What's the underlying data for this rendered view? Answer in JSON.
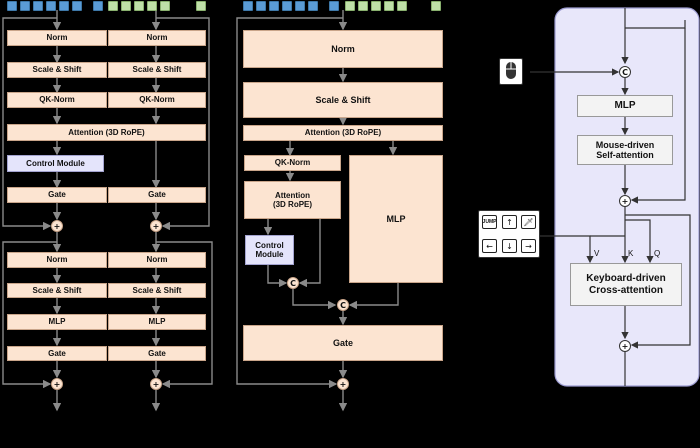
{
  "colors": {
    "block_fill": "#FCE4D1",
    "control_fill": "#E4E4FB",
    "panel_fill": "#E8E7FA",
    "token_blue": "#5A9BD5",
    "token_green": "#BFE0A8",
    "background": "#000000"
  },
  "left_diagram": {
    "attention_block": {
      "col1": {
        "norm": "Norm",
        "scale_shift": "Scale & Shift",
        "qk_norm": "QK-Norm",
        "control": "Control Module",
        "gate": "Gate",
        "add": "+"
      },
      "col2": {
        "norm": "Norm",
        "scale_shift": "Scale & Shift",
        "qk_norm": "QK-Norm",
        "gate": "Gate",
        "add": "+"
      },
      "attention": "Attention (3D RoPE)"
    },
    "mlp_block": {
      "col1": {
        "norm": "Norm",
        "scale_shift": "Scale & Shift",
        "mlp": "MLP",
        "gate": "Gate",
        "add": "+"
      },
      "col2": {
        "norm": "Norm",
        "scale_shift": "Scale & Shift",
        "mlp": "MLP",
        "gate": "Gate",
        "add": "+"
      }
    }
  },
  "middle_diagram": {
    "norm": "Norm",
    "scale_shift": "Scale & Shift",
    "attention_wide": "Attention (3D RoPE)",
    "qk_norm": "QK-Norm",
    "attention_small": "Attention\n(3D RoPE)",
    "mlp": "MLP",
    "control": "Control\nModule",
    "concat1": "C",
    "concat2": "C",
    "gate": "Gate",
    "add": "+"
  },
  "control_icons": {
    "mouse": "mouse-icon",
    "keys": [
      {
        "name": "jump-key",
        "label": "JUMP"
      },
      {
        "name": "up-arrow-key",
        "label": "↑"
      },
      {
        "name": "attack-key",
        "label": "🗡"
      },
      {
        "name": "left-arrow-key",
        "label": "←"
      },
      {
        "name": "down-arrow-key",
        "label": "↓"
      },
      {
        "name": "right-arrow-key",
        "label": "→"
      }
    ]
  },
  "right_panel": {
    "concat": "C",
    "mlp": "MLP",
    "mouse_attention": "Mouse-driven\nSelf-attention",
    "add1": "+",
    "keyboard_attention": "Keyboard-driven\nCross-attention",
    "add2": "+",
    "label_v": "V",
    "label_k": "K",
    "label_q": "Q"
  }
}
